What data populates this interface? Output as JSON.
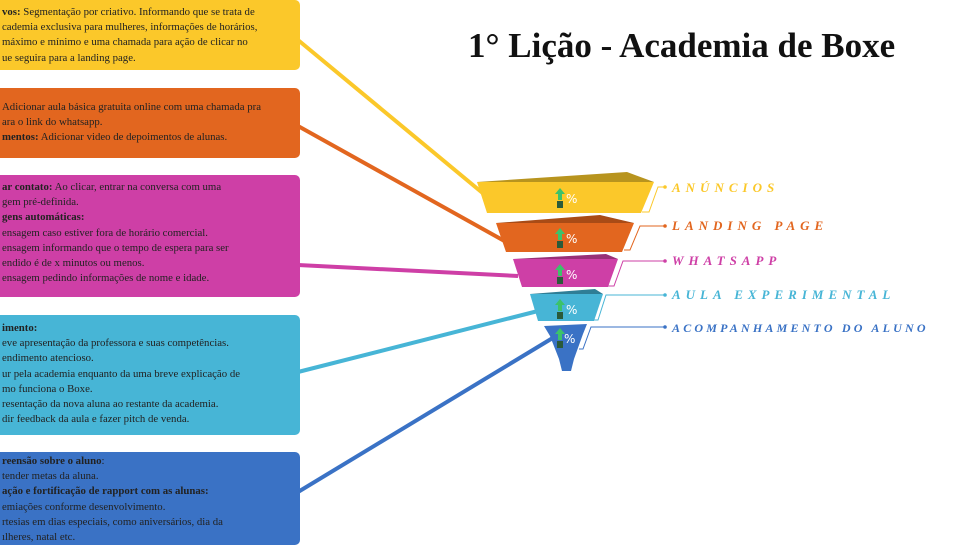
{
  "title": "1° Lição - Academia de Boxe",
  "colors": {
    "anuncios": "#FBC82A",
    "landing": "#E2661F",
    "whatsapp": "#CE3FA6",
    "aula": "#47B5D6",
    "acompanhamento": "#3A72C5"
  },
  "boxes": {
    "anuncios": [
      {
        "bold": "vos:",
        "text": " Segmentação por criativo. Informando que se trata de"
      },
      {
        "bold": "",
        "text": "cademia exclusiva para mulheres, informações de horários,"
      },
      {
        "bold": "",
        "text": "máximo e mínimo e uma chamada para ação de clicar no"
      },
      {
        "bold": "",
        "text": "ue seguira para a landing page."
      }
    ],
    "landing": [
      {
        "bold": "",
        "text": "Adicionar aula básica gratuita online com uma chamada pra"
      },
      {
        "bold": "",
        "text": "ara o link do whatsapp."
      },
      {
        "bold": "mentos:",
        "text": " Adicionar video de depoimentos de alunas."
      }
    ],
    "whatsapp": [
      {
        "bold": "ar contato:",
        "text": " Ao clicar, entrar na conversa com uma"
      },
      {
        "bold": "",
        "text": "gem pré-definida."
      },
      {
        "bold": "gens automáticas:",
        "text": ""
      },
      {
        "bold": "",
        "text": "ensagem caso estiver fora de horário comercial."
      },
      {
        "bold": "",
        "text": "ensagem informando que o tempo de espera para ser"
      },
      {
        "bold": "",
        "text": "endido é de x minutos ou menos."
      },
      {
        "bold": "",
        "text": "ensagem pedindo informações de nome e idade."
      }
    ],
    "aula": [
      {
        "bold": "imento:",
        "text": ""
      },
      {
        "bold": "",
        "text": "eve apresentação da professora e suas competências."
      },
      {
        "bold": "",
        "text": "endimento atencioso."
      },
      {
        "bold": "",
        "text": "ur pela academia enquanto da uma breve explicação de"
      },
      {
        "bold": "",
        "text": "mo funciona o Boxe."
      },
      {
        "bold": "",
        "text": "resentação da nova aluna ao restante da academia."
      },
      {
        "bold": "",
        "text": "dir feedback da aula e fazer pitch de venda."
      }
    ],
    "acompanhamento": [
      {
        "bold": "reensão sobre o aluno",
        "text": ":"
      },
      {
        "bold": "",
        "text": "tender metas da aluna."
      },
      {
        "bold": "ação e fortificação de rapport com as alunas:",
        "text": ""
      },
      {
        "bold": "",
        "text": "emiações conforme desenvolvimento."
      },
      {
        "bold": "",
        "text": "rtesias em dias especiais, como aniversários, dia da"
      },
      {
        "bold": "",
        "text": "ılheres, natal etc."
      }
    ]
  },
  "funnel": {
    "labels": [
      "ANÚNCIOS",
      "LANDING PAGE",
      "WHATSAPP",
      "AULA EXPERIMENTAL",
      "ACOMPANHAMENTO DO ALUNO"
    ],
    "percent_symbol": "%"
  }
}
